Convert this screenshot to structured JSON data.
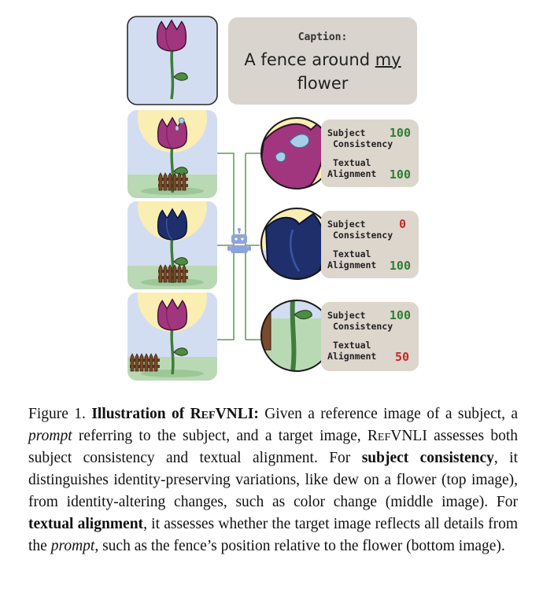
{
  "caption_box": {
    "label": "Caption:",
    "text_before": "A fence around ",
    "text_emph": "my",
    "text_after": " flower"
  },
  "scores": [
    {
      "subject_label_1": "Subject",
      "subject_label_2": "Consistency",
      "subject_value": "100",
      "text_label_1": "Textual",
      "text_label_2": "Alignment",
      "text_value": "100",
      "subject_color": "#2e7d32",
      "text_color": "#2e7d32"
    },
    {
      "subject_label_1": "Subject",
      "subject_label_2": "Consistency",
      "subject_value": "0",
      "text_label_1": "Textual",
      "text_label_2": "Alignment",
      "text_value": "100",
      "subject_color": "#c62828",
      "text_color": "#2e7d32"
    },
    {
      "subject_label_1": "Subject",
      "subject_label_2": "Consistency",
      "subject_value": "100",
      "text_label_1": "Textual",
      "text_label_2": "Alignment",
      "text_value": "50",
      "subject_color": "#2e7d32",
      "text_color": "#c62828"
    }
  ],
  "caption": {
    "figure_label": "Figure 1.",
    "title_bold": "Illustration of ",
    "title_sc": "RefVNLI:",
    "p1": " Given a reference image of a subject, a ",
    "prompt_word": "prompt",
    "p2": " referring to the subject, and a target image, ",
    "name_sc": "RefVNLI",
    "p3": " assesses both subject consistency and textual alignment. For ",
    "bold1": "subject consistency",
    "p4": ", it distinguishes identity-preserving variations, like dew on a flower (top image), from identity-altering changes, such as color change (middle image). For ",
    "bold2": "textual alignment",
    "p5": ", it assesses whether the target image reflects all details from the ",
    "prompt_word2": "prompt",
    "p6": ", such as the fence’s position relative to the flower (bottom image)."
  },
  "colors": {
    "sky": "#d3ddf2",
    "grass": "#b9d9b4",
    "purple_flower": "#a2367e",
    "navy_flower": "#1e2f6b",
    "stem": "#3f7d3a",
    "sun": "#fbeeb2",
    "connector": "#7aa870",
    "robot": "#8ea3d9"
  },
  "icons": [
    "robot-icon"
  ]
}
